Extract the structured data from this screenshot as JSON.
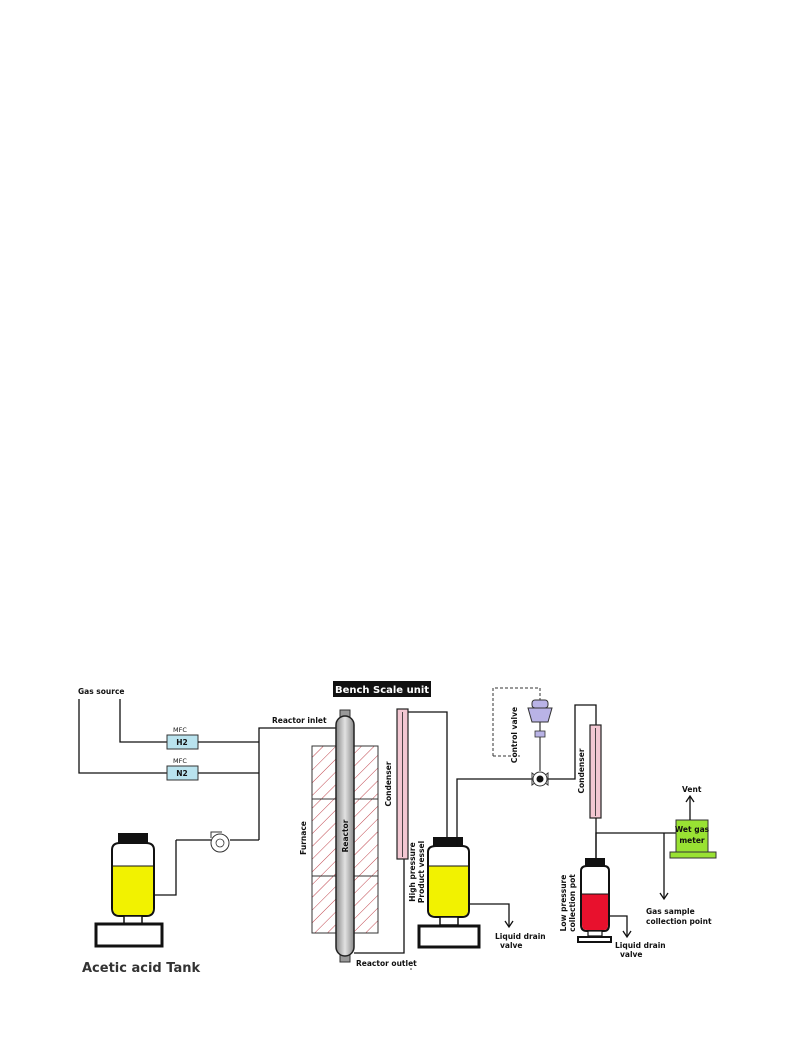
{
  "title": "Bench Scale unit",
  "labels": {
    "gas_source": "Gas source",
    "mfc_1": "MFC",
    "mfc_2": "MFC",
    "h2": "H2",
    "n2": "N2",
    "reactor_inlet": "Reactor inlet",
    "reactor_outlet": "Reactor outlet",
    "furnace": "Furnace",
    "reactor": "Reactor",
    "condenser_1": "Condenser",
    "condenser_2": "Condenser",
    "hp_vessel_line1": "High pressure",
    "hp_vessel_line2": "Product vessel",
    "control_valve": "Control valve",
    "liquid_drain_1_line1": "Liquid drain",
    "liquid_drain_1_line2": "valve",
    "liquid_drain_2_line1": "Liquid drain",
    "liquid_drain_2_line2": "valve",
    "lp_pot_line1": "Low pressure",
    "lp_pot_line2": "collection pot",
    "wet_gas_line1": "Wet gas",
    "wet_gas_line2": "meter",
    "vent": "Vent",
    "gas_sample_line1": "Gas sample",
    "gas_sample_line2": "collection point",
    "acetic_tank": "Acetic acid Tank"
  },
  "colors": {
    "yellow_liquid": "#f2f200",
    "red_liquid": "#e8112d",
    "mfc_fill": "#b9e3ee",
    "condenser_fill": "#f3c7d2",
    "wet_gas_fill": "#99e233",
    "valve_fill": "#b9b3e6",
    "reactor_fill": "#c8c8c8",
    "hatch": "#c0454d"
  }
}
